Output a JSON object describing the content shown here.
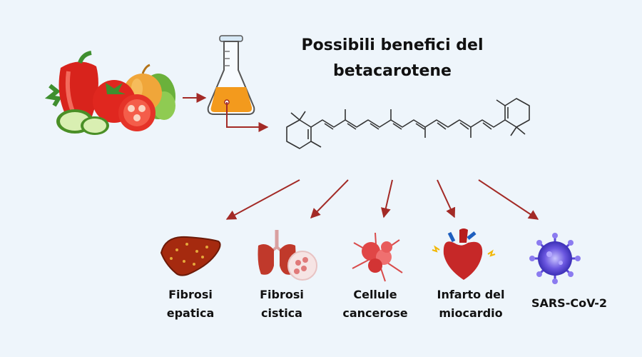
{
  "title_line1": "Possibili benefici del",
  "title_line2": "betacarotene",
  "outcomes": [
    {
      "line1": "Fibrosi",
      "line2": "epatica",
      "icon": "liver-icon"
    },
    {
      "line1": "Fibrosi",
      "line2": "cistica",
      "icon": "lungs-icon"
    },
    {
      "line1": "Cellule",
      "line2": "cancerose",
      "icon": "cancer-cells-icon"
    },
    {
      "line1": "Infarto del",
      "line2": "miocardio",
      "icon": "heart-icon"
    },
    {
      "line1": "SARS-CoV-2",
      "line2": "",
      "icon": "virus-icon"
    }
  ],
  "colors": {
    "background": "#eef5fb",
    "arrow": "#a32a26",
    "flask_liquid": "#f39a1d",
    "molecule": "#333333"
  }
}
